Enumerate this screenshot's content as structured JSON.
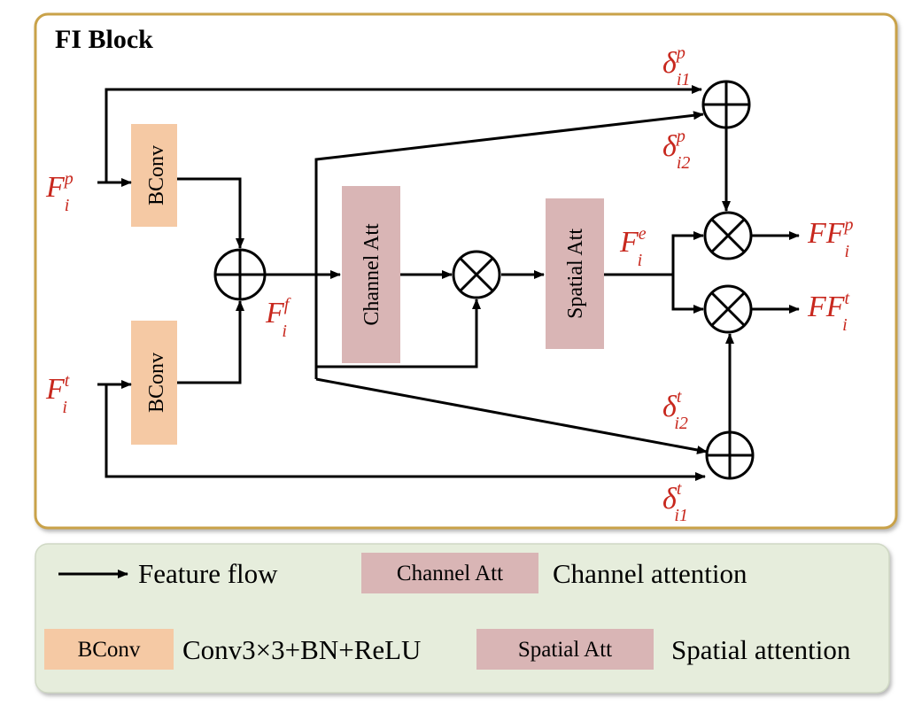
{
  "block_title": "FI Block",
  "blocks": {
    "bconv_top": "BConv",
    "bconv_bottom": "BConv",
    "channel_att": "Channel Att",
    "spatial_att": "Spatial Att"
  },
  "labels": {
    "input_p": {
      "base": "F",
      "sub": "i",
      "sup": "p"
    },
    "input_t": {
      "base": "F",
      "sub": "i",
      "sup": "t"
    },
    "fused": {
      "base": "F",
      "sub": "i",
      "sup": "f"
    },
    "enhanced": {
      "base": "F",
      "sub": "i",
      "sup": "e"
    },
    "output_p": {
      "base": "FF",
      "sub": "i",
      "sup": "p"
    },
    "output_t": {
      "base": "FF",
      "sub": "i",
      "sup": "t"
    },
    "delta_p1": {
      "base": "δ",
      "sub": "i1",
      "sup": "p"
    },
    "delta_p2": {
      "base": "δ",
      "sub": "i2",
      "sup": "p"
    },
    "delta_t2": {
      "base": "δ",
      "sub": "i2",
      "sup": "t"
    },
    "delta_t1": {
      "base": "δ",
      "sub": "i1",
      "sup": "t"
    }
  },
  "legend": {
    "feature_flow": "Feature flow",
    "channel_box": "Channel Att",
    "channel_desc": "Channel attention",
    "bconv_box": "BConv",
    "bconv_desc": "Conv3×3+BN+ReLU",
    "spatial_box": "Spatial Att",
    "spatial_desc": "Spatial attention"
  },
  "colors": {
    "frame_border": "#c9a24a",
    "bconv_fill": "#f5c9a4",
    "att_fill": "#d9b5b5",
    "legend_bg": "#e6eddc",
    "label_red": "#c8281e"
  }
}
